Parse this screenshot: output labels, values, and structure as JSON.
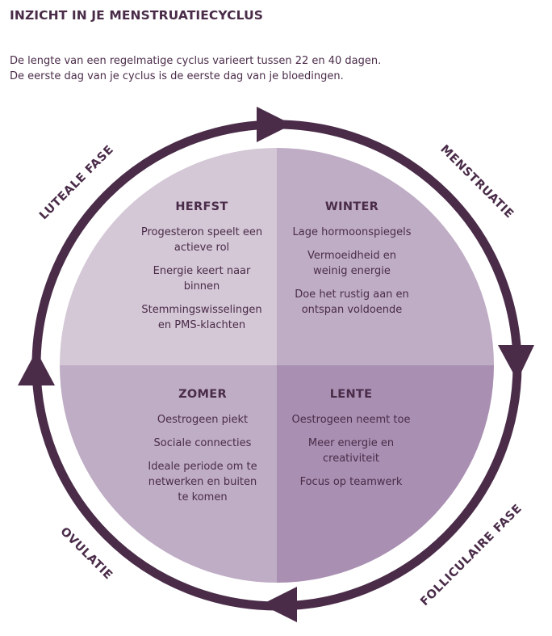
{
  "title": "INZICHT IN JE MENSTRUATIECYCLUS",
  "intro": {
    "line1": "De lengte van een regelmatige cyclus varieert tussen 22 en 40 dagen.",
    "line2": "De eerste dag van je cyclus is de eerste dag van je bloedingen."
  },
  "phases": {
    "menstruatie": "MENSTRUATIE",
    "folliculaire": "FOLLICULAIRE FASE",
    "ovulatie": "OVULATIE",
    "luteale": "LUTEALE FASE"
  },
  "quadrants": {
    "herfst": {
      "title": "HERFST",
      "items": [
        "Progesteron speelt een actieve rol",
        "Energie keert naar binnen",
        "Stemmingswisselingen en PMS-klachten"
      ]
    },
    "winter": {
      "title": "WINTER",
      "items": [
        "Lage hormoonspiegels",
        "Vermoeidheid en weinig energie",
        "Doe het rustig aan en ontspan voldoende"
      ]
    },
    "zomer": {
      "title": "ZOMER",
      "items": [
        "Oestrogeen piekt",
        "Sociale connecties",
        "Ideale periode om te netwerken en buiten te komen"
      ]
    },
    "lente": {
      "title": "LENTE",
      "items": [
        "Oestrogeen neemt toe",
        "Meer energie en creativiteit",
        "Focus op teamwerk"
      ]
    }
  },
  "colors": {
    "ring": "#4a2c49",
    "herfst": "#d4c7d6",
    "winter": "#bfadc5",
    "zomer": "#bfadc5",
    "lente": "#a98fb2"
  }
}
